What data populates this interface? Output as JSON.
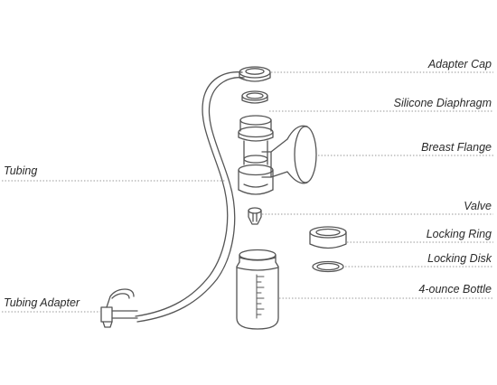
{
  "diagram": {
    "labels": {
      "adapter_cap": "Adapter Cap",
      "silicone_diaphragm": "Silicone Diaphragm",
      "breast_flange": "Breast Flange",
      "tubing": "Tubing",
      "valve": "Valve",
      "locking_ring": "Locking Ring",
      "locking_disk": "Locking Disk",
      "bottle": "4-ounce Bottle",
      "tubing_adapter": "Tubing Adapter"
    },
    "line_color": "#555555",
    "leader_color": "#9a9a9a"
  }
}
